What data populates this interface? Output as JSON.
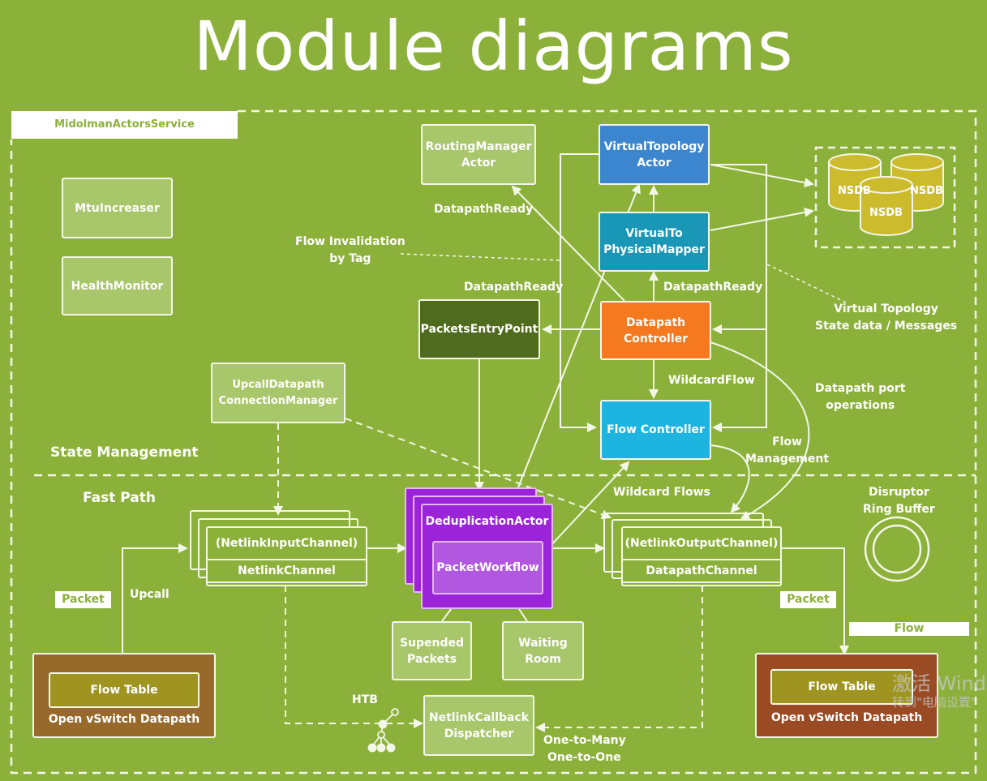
{
  "title": "Module diagrams",
  "service_label": "MidolmanActorsService",
  "sections": {
    "state": "State Management",
    "fast": "Fast Path"
  },
  "nodes": {
    "mtu": "MtuIncreaser",
    "health": "HealthMonitor",
    "routing": [
      "RoutingManager",
      "Actor"
    ],
    "vta": [
      "VirtualTopology",
      "Actor"
    ],
    "vtpm": [
      "VirtualTo",
      "PhysicalMapper"
    ],
    "pep": "PacketsEntryPoint",
    "dpc": [
      "Datapath",
      "Controller"
    ],
    "flowctl": "Flow Controller",
    "upcall_mgr": [
      "UpcallDatapath",
      "ConnectionManager"
    ],
    "nic_top": "(NetlinkInputChannel)",
    "nic_bottom": "NetlinkChannel",
    "dedup": "DeduplicationActor",
    "workflow": "PacketWorkflow",
    "noc_top": "(NetlinkOutputChannel)",
    "noc_bottom": "DatapathChannel",
    "suspended": [
      "Supended",
      "Packets"
    ],
    "waiting": [
      "Waiting",
      "Room"
    ],
    "callback": [
      "NetlinkCallback",
      "Dispatcher"
    ],
    "ovs_left_table": "Flow Table",
    "ovs_left": "Open vSwitch Datapath",
    "ovs_right_table": "Flow Table",
    "ovs_right": "Open vSwitch Datapath",
    "nsdb": [
      "NSDB",
      "NSDB",
      "NSDB"
    ]
  },
  "labels": {
    "dp_ready_1": "DatapathReady",
    "dp_ready_2": "DatapathReady",
    "dp_ready_3": "DatapathReady",
    "flow_invalidation": [
      "Flow Invalidation",
      "by Tag"
    ],
    "wildcard_flow": "WildcardFlow",
    "vt_state": [
      "Virtual Topology",
      "State data / Messages"
    ],
    "dp_port_ops": [
      "Datapath port",
      "operations"
    ],
    "flow_mgmt": [
      "Flow",
      "Management"
    ],
    "wildcard_flows": "Wildcard Flows",
    "disruptor": [
      "Disruptor",
      "Ring Buffer"
    ],
    "packet_left": "Packet",
    "upcall": "Upcall",
    "packet_right": "Packet",
    "flow_right": "Flow",
    "htb": "HTB",
    "one_to_many": "One-to-Many",
    "one_to_one": "One-to-One"
  },
  "watermark": [
    "激活 Wind",
    "转到\"电脑设置\""
  ],
  "colors": {
    "background": "#8cb13a",
    "vta": "#3b86cf",
    "vtpm": "#1a97b6",
    "dpc": "#f4791f",
    "flowctl": "#1db5e0",
    "pep": "#4f6b1e",
    "dedup": "#9b24d8",
    "workflow": "#b257e0",
    "ovs_left": "#976a2c",
    "ovs_right": "#9a4b24",
    "flow_table": "#a09420",
    "nsdb": "#cdbb2e"
  }
}
